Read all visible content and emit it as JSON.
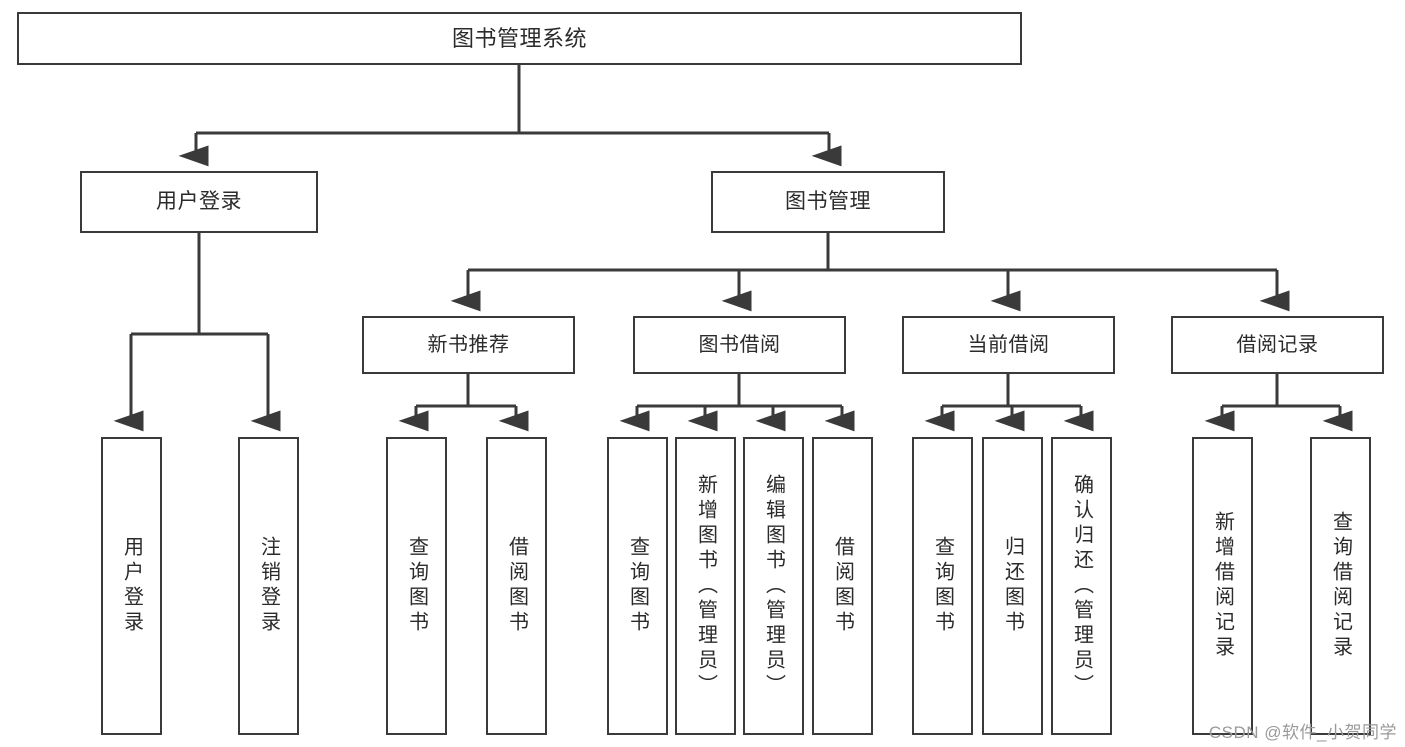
{
  "diagram": {
    "title": "图书管理系统",
    "type": "hierarchy-tree",
    "levels": 4,
    "colors": {
      "box_border": "#3a3a3a",
      "box_fill": "#ffffff",
      "connector": "#3a3a3a",
      "text": "#2b2b2b",
      "watermark": "#9a9a9a"
    },
    "root": {
      "label": "图书管理系统"
    },
    "level2": [
      {
        "label": "用户登录"
      },
      {
        "label": "图书管理"
      }
    ],
    "level3": [
      {
        "label": "新书推荐"
      },
      {
        "label": "图书借阅"
      },
      {
        "label": "当前借阅"
      },
      {
        "label": "借阅记录"
      }
    ],
    "leaves": [
      {
        "label": "用户登录",
        "parent": "用户登录"
      },
      {
        "label": "注销登录",
        "parent": "用户登录"
      },
      {
        "label": "查询图书",
        "parent": "新书推荐"
      },
      {
        "label": "借阅图书",
        "parent": "新书推荐"
      },
      {
        "label": "查询图书",
        "parent": "图书借阅"
      },
      {
        "label": "新增图书（管理员）",
        "parent": "图书借阅"
      },
      {
        "label": "编辑图书（管理员）",
        "parent": "图书借阅"
      },
      {
        "label": "借阅图书",
        "parent": "图书借阅"
      },
      {
        "label": "查询图书",
        "parent": "当前借阅"
      },
      {
        "label": "归还图书",
        "parent": "当前借阅"
      },
      {
        "label": "确认归还（管理员）",
        "parent": "当前借阅"
      },
      {
        "label": "新增借阅记录",
        "parent": "借阅记录"
      },
      {
        "label": "查询借阅记录",
        "parent": "借阅记录"
      }
    ]
  },
  "watermark": {
    "text": "CSDN @软件_小贺同学"
  }
}
